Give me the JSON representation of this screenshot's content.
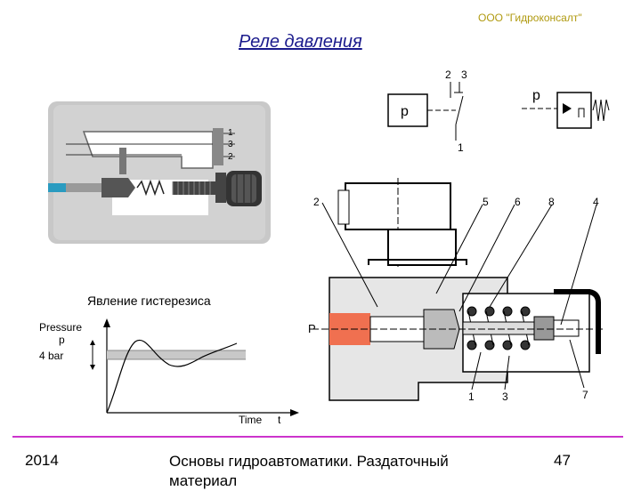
{
  "header": {
    "company": "ООО \"Гидроконсалт\"",
    "title": "Реле давления"
  },
  "symbols": {
    "switch_symbol": {
      "pressure_label": "p",
      "terminal_top_left": "2",
      "terminal_top_right": "3",
      "terminal_bottom": "1"
    },
    "spring_symbol": {
      "pressure_label": "p"
    }
  },
  "section": {
    "port_label": "P",
    "callouts": [
      "2",
      "5",
      "6",
      "8",
      "4",
      "1",
      "3",
      "7"
    ]
  },
  "photo_labels": [
    "1",
    "3",
    "2"
  ],
  "hysteresis": {
    "label": "Явление гистерезиса",
    "y_label": "Pressure",
    "y_symbol": "p",
    "level_label": "4 bar",
    "x_label": "Time",
    "x_symbol": "t"
  },
  "footer": {
    "year": "2014",
    "text": "Основы гидроавтоматики. Раздаточный материал",
    "page": "47"
  }
}
